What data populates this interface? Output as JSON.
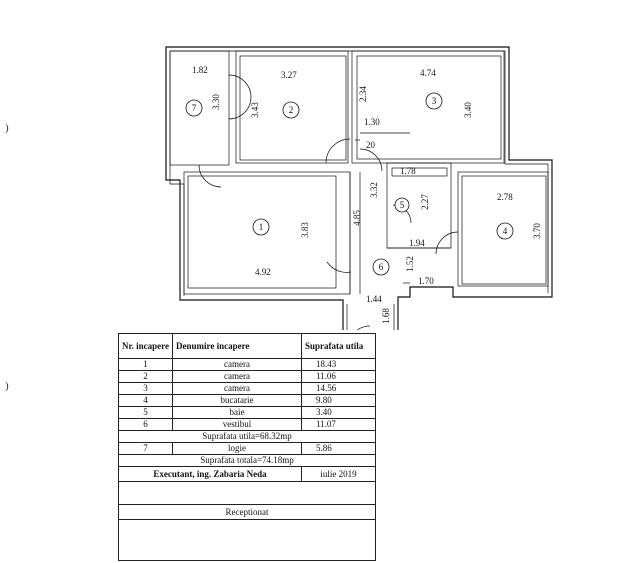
{
  "plan": {
    "rooms": [
      {
        "id": "r1",
        "number": "1"
      },
      {
        "id": "r2",
        "number": "2"
      },
      {
        "id": "r3",
        "number": "3"
      },
      {
        "id": "r4",
        "number": "4"
      },
      {
        "id": "r5",
        "number": "5"
      },
      {
        "id": "r6",
        "number": "6"
      },
      {
        "id": "r7",
        "number": "7"
      }
    ],
    "dims": {
      "d_1_82": "1.82",
      "d_3_30": "3.30",
      "d_3_27": "3.27",
      "d_3_43": "3.43",
      "d_4_74": "4.74",
      "d_2_34": "2.34",
      "d_3_40": "3.40",
      "d_1_30": "1.30",
      "d_20": "20",
      "d_1_78": "1.78",
      "d_3_32": "3.32",
      "d_4_85": "4.85",
      "d_2_27": "2.27",
      "d_2_78": "2.78",
      "d_3_70": "3.70",
      "d_3_83": "3.83",
      "d_4_92": "4.92",
      "d_1_94": "1.94",
      "d_1_52": "1.52",
      "d_1_70": "1.70",
      "d_1_44": "1.44",
      "d_1_68": "1.68"
    },
    "edge_marks": [
      ")",
      ")"
    ]
  },
  "table": {
    "header": {
      "col1": "Nr. incapere",
      "col2": "Denumire incapere",
      "col3": "Suprafata utila"
    },
    "rows": [
      {
        "nr": "1",
        "name": "camera",
        "area": "18.43"
      },
      {
        "nr": "2",
        "name": "camera",
        "area": "11.06"
      },
      {
        "nr": "3",
        "name": "camera",
        "area": "14.56"
      },
      {
        "nr": "4",
        "name": "bucatarie",
        "area": "9.80"
      },
      {
        "nr": "5",
        "name": "baie",
        "area": "3.40"
      },
      {
        "nr": "6",
        "name": "vestibul",
        "area": "11.07"
      }
    ],
    "util_total": "Suprafata utila=68.32mp",
    "logia": {
      "nr": "7",
      "name": "logie",
      "area": "5.86"
    },
    "total": "Suprafata totala=74.18mp",
    "executant": "Executant, ing. Zabaria Neda",
    "date": "iulie 2019",
    "receptionat": "Receptionat"
  }
}
